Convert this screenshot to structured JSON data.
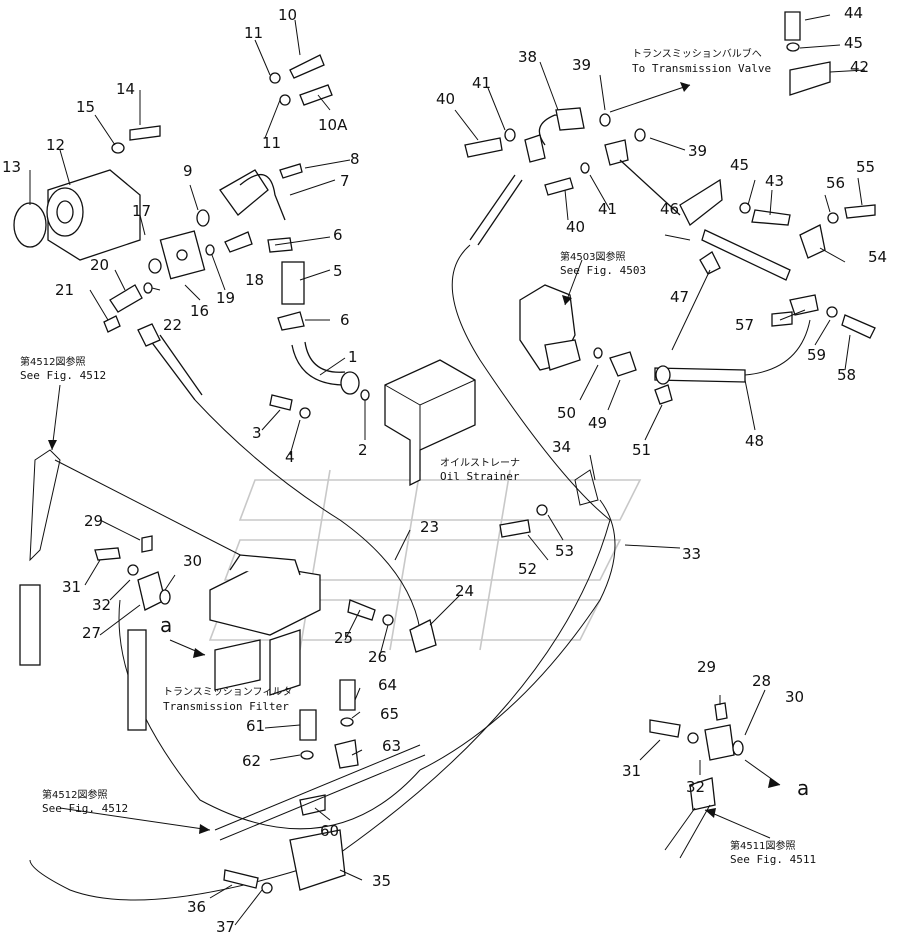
{
  "callouts": {
    "c1": "1",
    "c2": "2",
    "c3": "3",
    "c4": "4",
    "c5": "5",
    "c6a": "6",
    "c6b": "6",
    "c7": "7",
    "c8": "8",
    "c9": "9",
    "c10": "10",
    "c10a": "10A",
    "c11a": "11",
    "c11b": "11",
    "c12": "12",
    "c13": "13",
    "c14": "14",
    "c15": "15",
    "c16": "16",
    "c17": "17",
    "c18": "18",
    "c19": "19",
    "c20": "20",
    "c21": "21",
    "c22": "22",
    "c23": "23",
    "c24": "24",
    "c25": "25",
    "c26": "26",
    "c27": "27",
    "c28": "28",
    "c29a": "29",
    "c29b": "29",
    "c30a": "30",
    "c30b": "30",
    "c31a": "31",
    "c31b": "31",
    "c32a": "32",
    "c32b": "32",
    "c33": "33",
    "c34": "34",
    "c35": "35",
    "c36": "36",
    "c37": "37",
    "c38": "38",
    "c39a": "39",
    "c39b": "39",
    "c40a": "40",
    "c40b": "40",
    "c41a": "41",
    "c41b": "41",
    "c42": "42",
    "c43": "43",
    "c44": "44",
    "c45a": "45",
    "c45b": "45",
    "c46": "46",
    "c47": "47",
    "c48": "48",
    "c49": "49",
    "c50": "50",
    "c51": "51",
    "c52": "52",
    "c53": "53",
    "c54": "54",
    "c55": "55",
    "c56": "56",
    "c57": "57",
    "c58": "58",
    "c59": "59",
    "c60": "60",
    "c61": "61",
    "c62": "62",
    "c63": "63",
    "c64": "64",
    "c65": "65",
    "ca1": "a",
    "ca2": "a"
  },
  "labels": {
    "to_valve_jp": "トランスミッションバルブへ",
    "to_valve_en": "To Transmission Valve",
    "fig4503_jp": "第4503図参照",
    "fig4503_en": "See Fig. 4503",
    "fig4512_jp_top": "第4512図参照",
    "fig4512_en_top": "See Fig. 4512",
    "strainer_jp": "オイルストレーナ",
    "strainer_en": "Oil Strainer",
    "filter_jp": "トランスミッションフィルタ",
    "filter_en": "Transmission Filter",
    "fig4512_jp_bottom": "第4512図参照",
    "fig4512_en_bottom": "See Fig. 4512",
    "fig4511_jp": "第4511図参照",
    "fig4511_en": "See Fig. 4511"
  },
  "colors": {
    "ink": "#111111",
    "watermark": "#c8c8c8",
    "paper": "#ffffff"
  }
}
